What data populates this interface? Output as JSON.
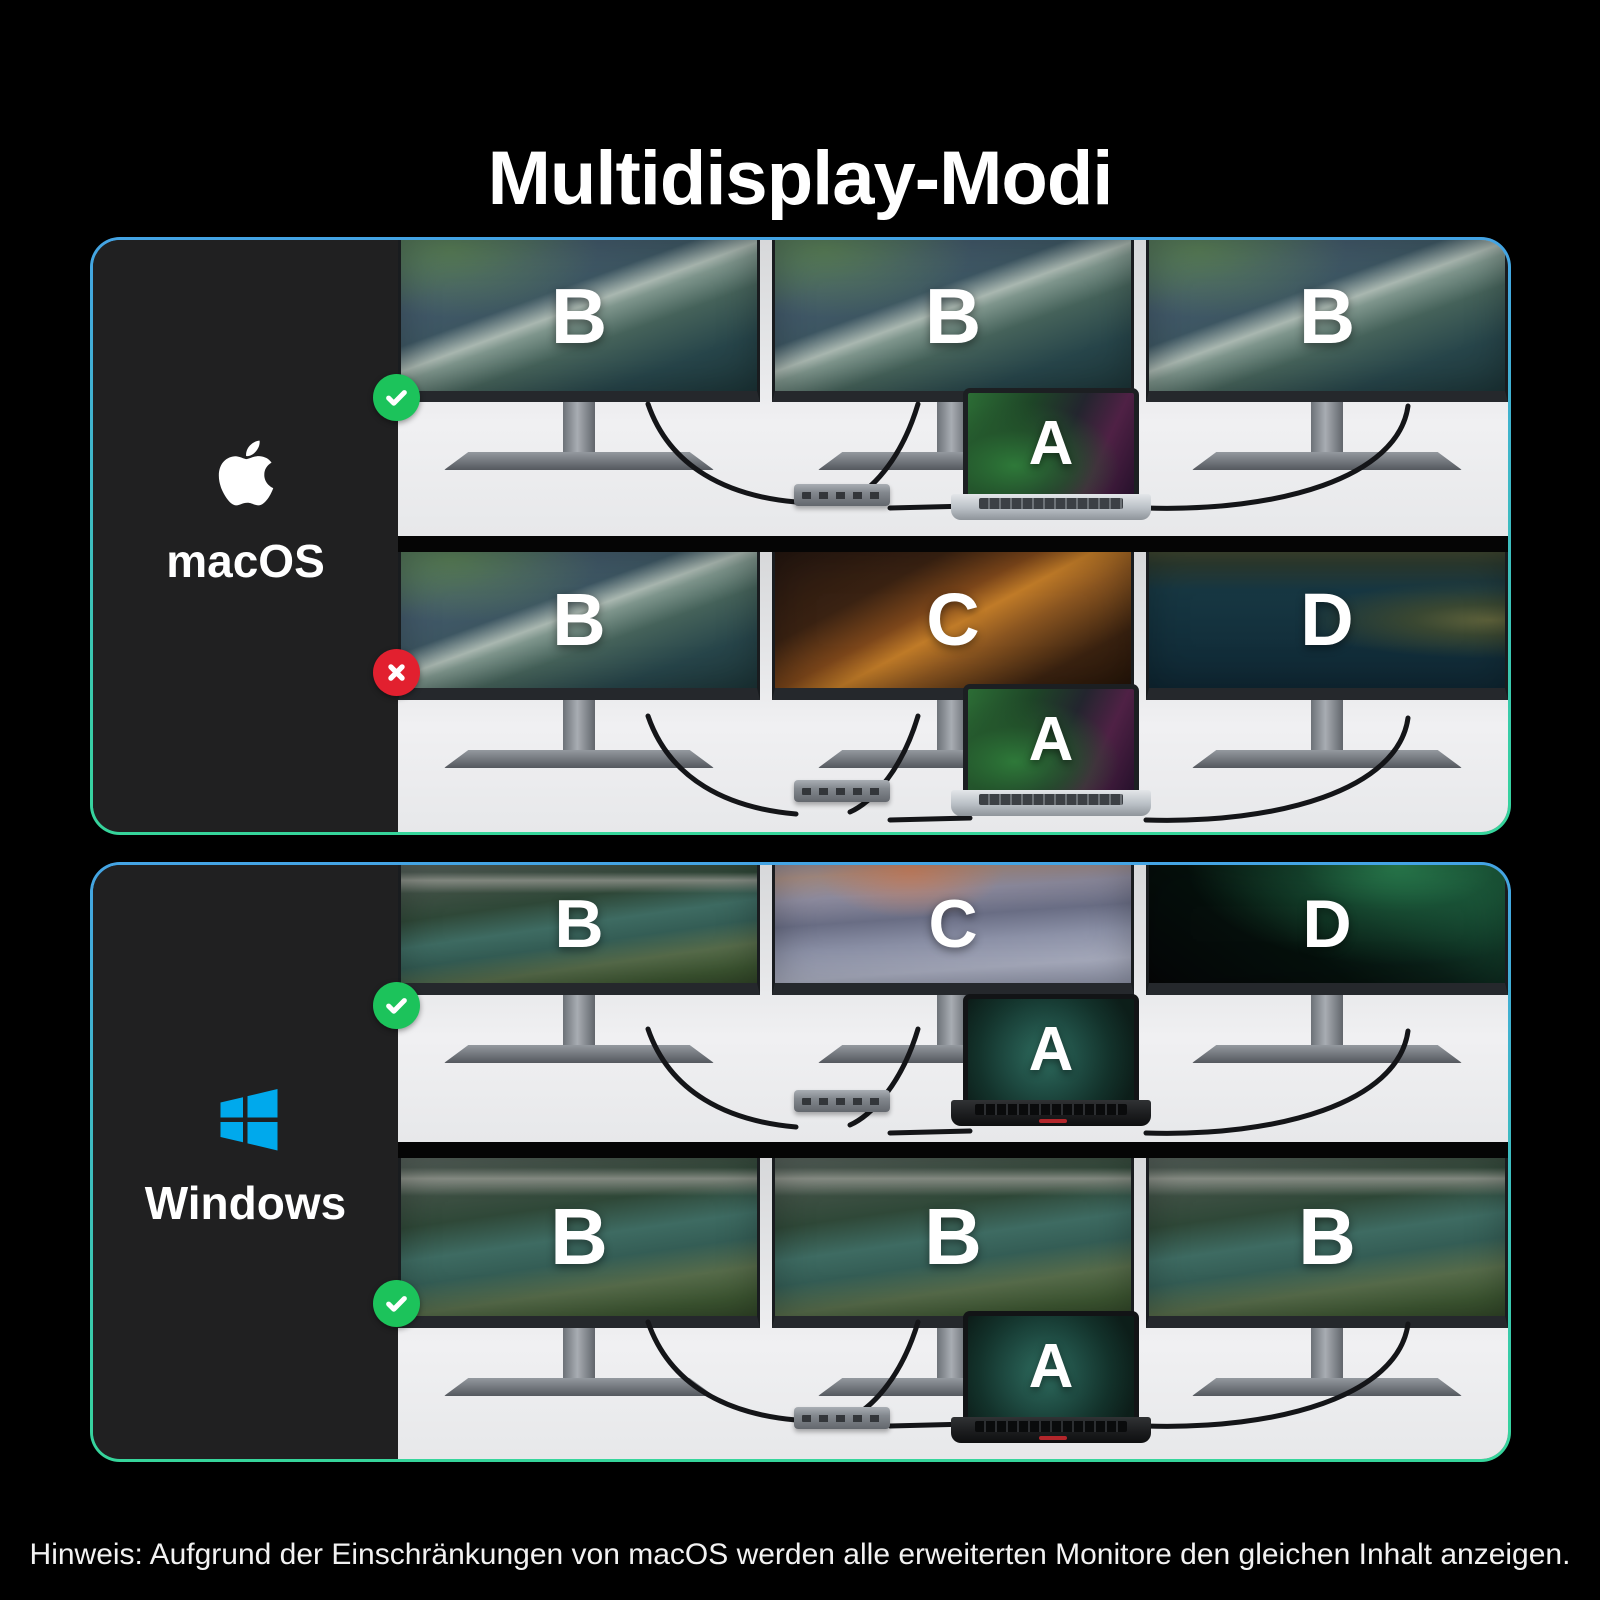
{
  "page": {
    "title": "Multidisplay-Modi",
    "note": "Hinweis: Aufgrund der Einschränkungen von macOS werden alle erweiterten Monitore den gleichen Inhalt anzeigen.",
    "background_color": "#000000",
    "text_color": "#ffffff"
  },
  "theme": {
    "panel_surface": "#202021",
    "panel_border_top": "#44a4e4",
    "panel_border_bottom": "#36d59b",
    "check_green": "#1cc35b",
    "cross_red": "#e2202f",
    "windows_blue": "#00a9ec",
    "desk_gray": "#eceded"
  },
  "panels": [
    {
      "os": "macOS",
      "logo_icon": "apple-icon",
      "rows": [
        {
          "status": "supported",
          "status_icon": "check-icon",
          "monitors": [
            {
              "label": "B",
              "wallpaper": "macos-teal-coast"
            },
            {
              "label": "B",
              "wallpaper": "macos-teal-coast"
            },
            {
              "label": "B",
              "wallpaper": "macos-teal-coast"
            }
          ],
          "laptop": {
            "label": "A",
            "wallpaper": "macos-sonoma"
          }
        },
        {
          "status": "not-supported",
          "status_icon": "cross-icon",
          "monitors": [
            {
              "label": "B",
              "wallpaper": "macos-teal-coast"
            },
            {
              "label": "C",
              "wallpaper": "macos-mojave-dunes"
            },
            {
              "label": "D",
              "wallpaper": "macos-catalina-coast"
            }
          ],
          "laptop": {
            "label": "A",
            "wallpaper": "macos-sonoma"
          }
        }
      ]
    },
    {
      "os": "Windows",
      "logo_icon": "windows-icon",
      "rows": [
        {
          "status": "supported",
          "status_icon": "check-icon",
          "monitors": [
            {
              "label": "B",
              "wallpaper": "forest-lake"
            },
            {
              "label": "C",
              "wallpaper": "pastel-dunes"
            },
            {
              "label": "D",
              "wallpaper": "aurora-night"
            }
          ],
          "laptop": {
            "label": "A",
            "wallpaper": "windows11-bloom"
          }
        },
        {
          "status": "supported",
          "status_icon": "check-icon",
          "monitors": [
            {
              "label": "B",
              "wallpaper": "forest-lake"
            },
            {
              "label": "B",
              "wallpaper": "forest-lake"
            },
            {
              "label": "B",
              "wallpaper": "forest-lake"
            }
          ],
          "laptop": {
            "label": "A",
            "wallpaper": "windows11-bloom"
          }
        }
      ]
    }
  ]
}
